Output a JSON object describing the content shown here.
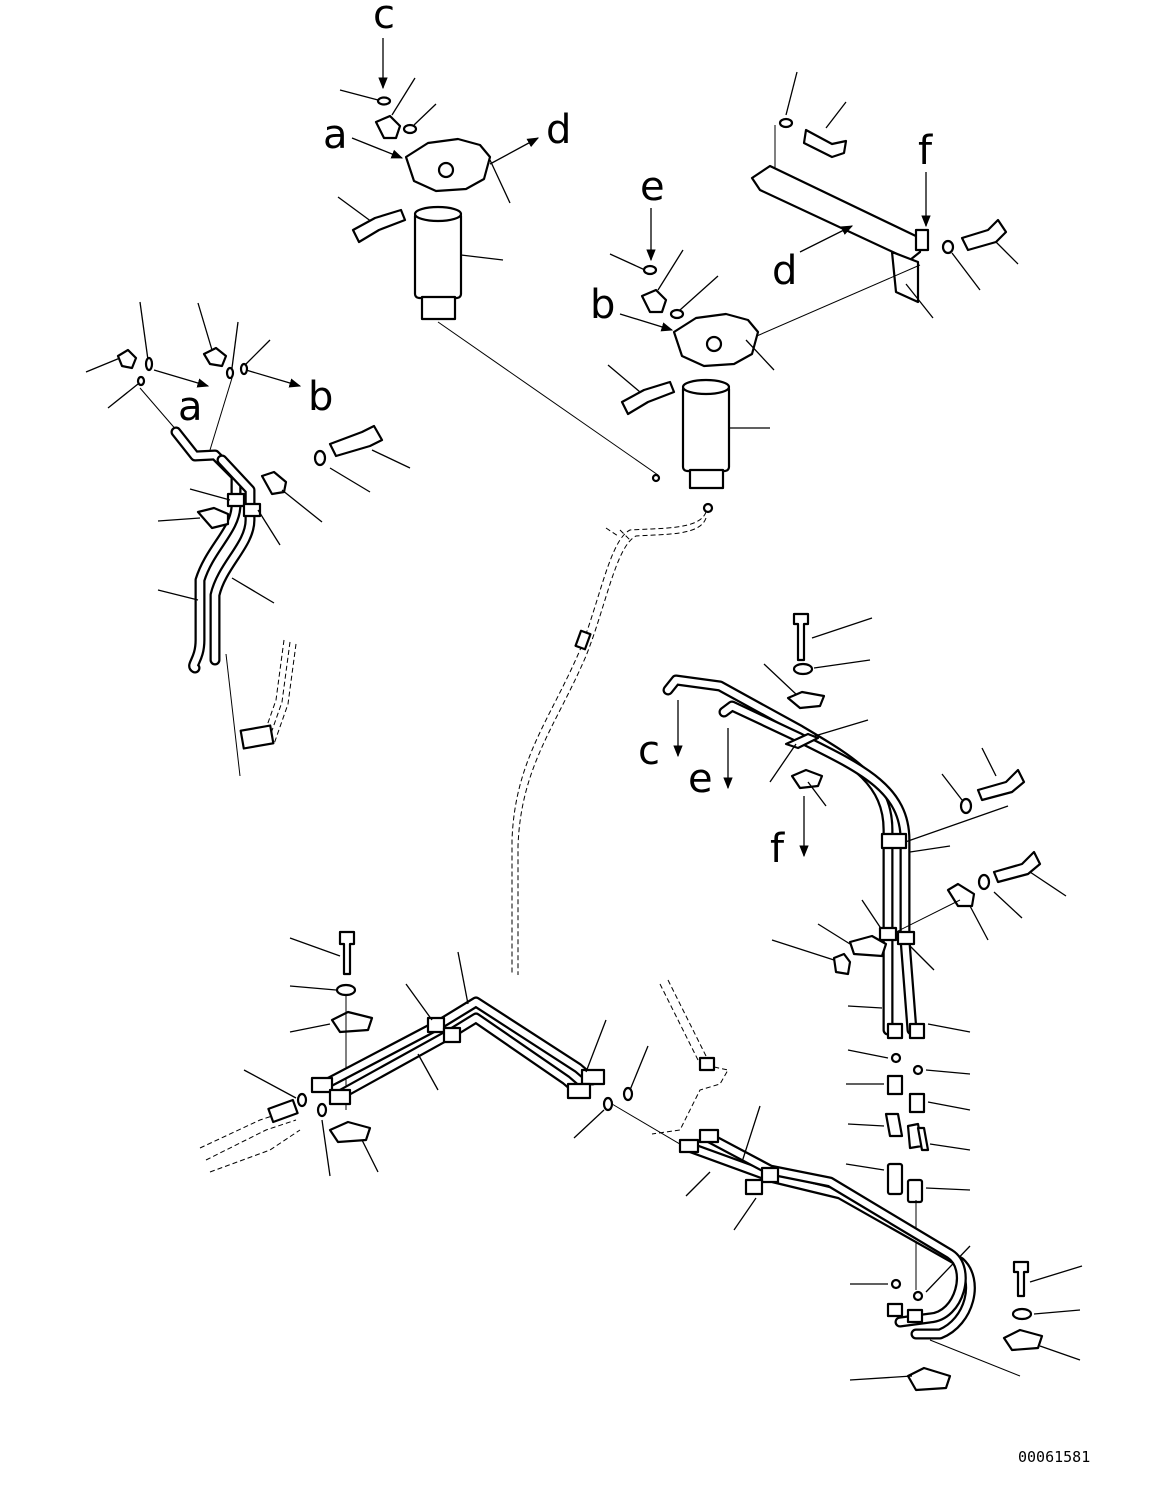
{
  "drawing_code": "00061581",
  "reference_letters": {
    "a": "a",
    "b": "b",
    "c": "c",
    "d": "d",
    "e": "e",
    "f": "f"
  }
}
